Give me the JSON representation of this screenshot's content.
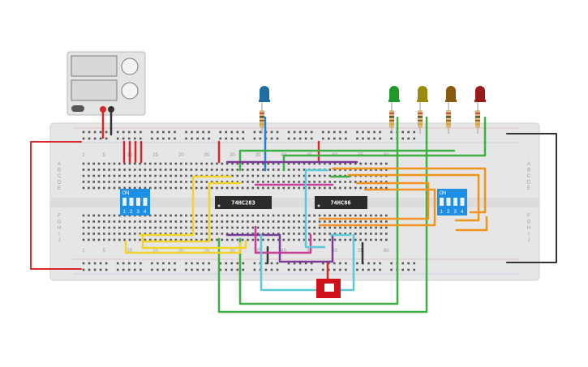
{
  "app": {
    "title": "Breadboard Circuit - 4-bit Adder/Subtractor"
  },
  "breadboard": {
    "column_labels_top": [
      "1",
      "5",
      "10",
      "15",
      "20",
      "25",
      "30",
      "35",
      "40",
      "45",
      "50",
      "55",
      "60"
    ],
    "column_labels_bottom": [
      "1",
      "5",
      "10",
      "15",
      "20",
      "25",
      "30",
      "35",
      "40",
      "45",
      "50",
      "55",
      "60"
    ],
    "row_labels_upper": [
      "A",
      "B",
      "C",
      "D",
      "E"
    ],
    "row_labels_lower": [
      "F",
      "G",
      "H",
      "I",
      "J"
    ]
  },
  "chips": {
    "adder": {
      "label": "74HC283"
    },
    "xor": {
      "label": "74HC86"
    }
  },
  "dip_switches": {
    "left": {
      "on_label": "ON",
      "positions": [
        "1",
        "2",
        "3",
        "4"
      ]
    },
    "right": {
      "on_label": "ON",
      "positions": [
        "1",
        "2",
        "3",
        "4"
      ]
    }
  },
  "leds": {
    "colors": [
      "#1e6fa0",
      "#1f9a2a",
      "#9a8a10",
      "#8a5a10",
      "#9a1a1a"
    ]
  },
  "colors": {
    "wire_red": "#d62828",
    "wire_green": "#3cb043",
    "wire_yellow": "#f2d22b",
    "wire_orange": "#f0931f",
    "wire_purple": "#7a3a9a",
    "wire_cyan": "#5bc8d8",
    "wire_magenta": "#c83c9a",
    "wire_blue": "#2a7fd0",
    "wire_black": "#333333",
    "switch_blue": "#1f8fe6",
    "slide_switch": "#d0101a"
  }
}
